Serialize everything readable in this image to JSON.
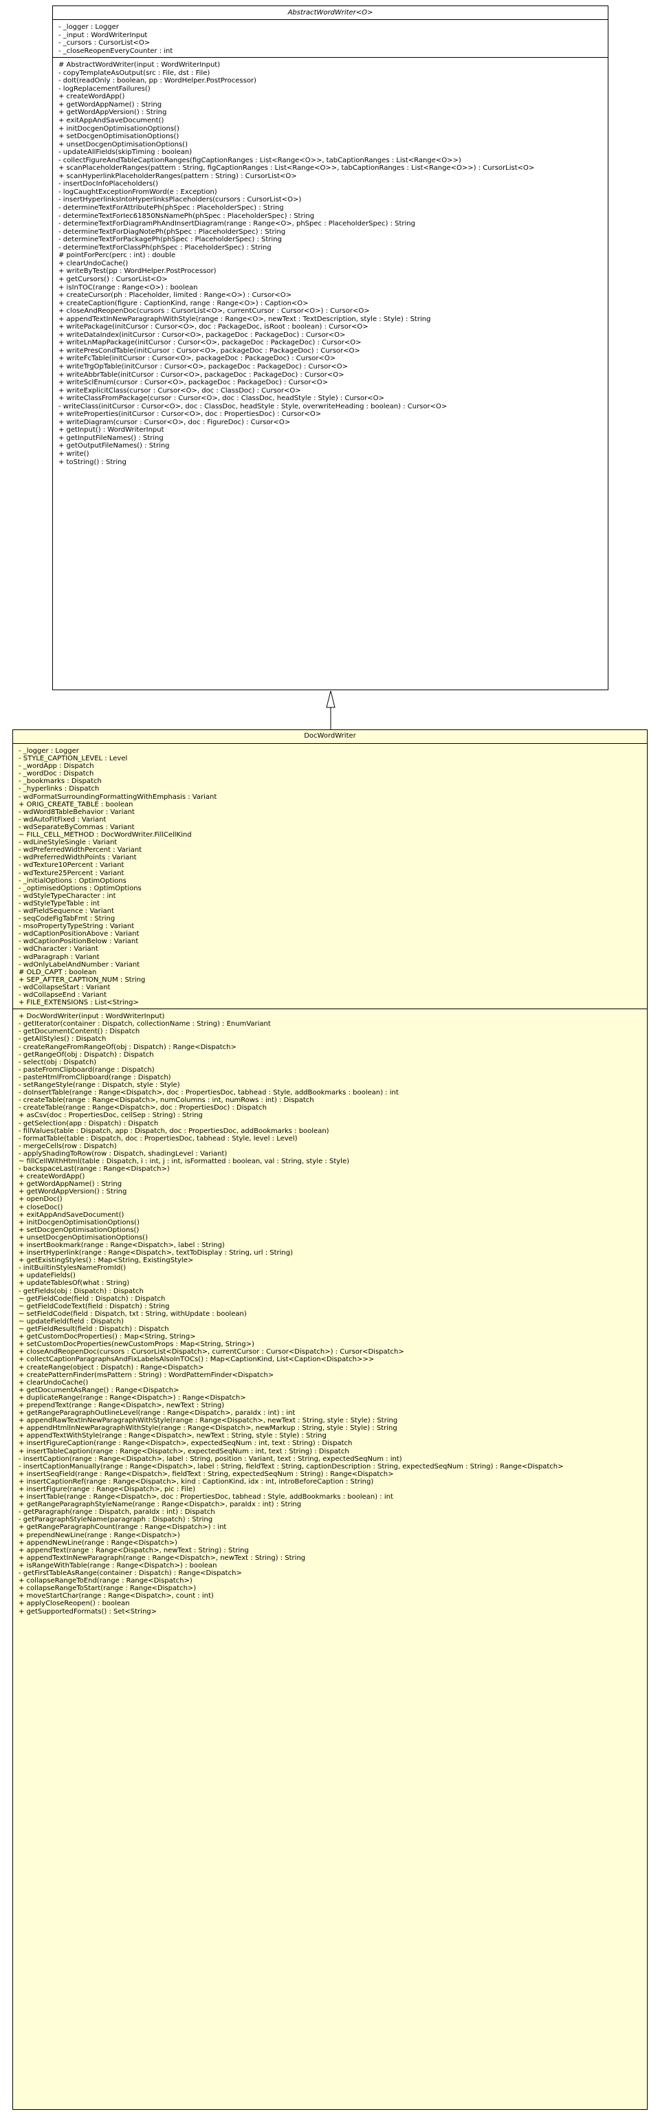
{
  "diagram": {
    "parent": {
      "name": "AbstractWordWriter<O>",
      "attributes": [
        "- _logger : Logger",
        "- _input : WordWriterInput",
        "- _cursors : CursorList<O>",
        "- _closeReopenEveryCounter : int"
      ],
      "operations": [
        "# AbstractWordWriter(input : WordWriterInput)",
        "- copyTemplateAsOutput(src : File, dst : File)",
        "- doIt(readOnly : boolean, pp : WordHelper.PostProcessor)",
        "- logReplacementFailures()",
        "+ createWordApp()",
        "+ getWordAppName() : String",
        "+ getWordAppVersion() : String",
        "+ exitAppAndSaveDocument()",
        "+ initDocgenOptimisationOptions()",
        "+ setDocgenOptimisationOptions()",
        "+ unsetDocgenOptimisationOptions()",
        "- updateAllFields(skipTiming : boolean)",
        "- collectFigureAndTableCaptionRanges(figCaptionRanges : List<Range<O>>, tabCaptionRanges : List<Range<O>>)",
        "+ scanPlaceholderRanges(pattern : String, figCaptionRanges : List<Range<O>>, tabCaptionRanges : List<Range<O>>) : CursorList<O>",
        "+ scanHyperlinkPlaceholderRanges(pattern : String) : CursorList<O>",
        "- insertDocInfoPlaceholders()",
        "- logCaughtExceptionFromWord(e : Exception)",
        "- insertHyperlinksIntoHyperlinksPlaceholders(cursors : CursorList<O>)",
        "- determineTextForAttributePh(phSpec : PlaceholderSpec) : String",
        "- determineTextForIec61850NsNamePh(phSpec : PlaceholderSpec) : String",
        "- determineTextForDiagramPhAndInsertDiagram(range : Range<O>, phSpec : PlaceholderSpec) : String",
        "- determineTextForDiagNotePh(phSpec : PlaceholderSpec) : String",
        "- determineTextForPackagePh(phSpec : PlaceholderSpec) : String",
        "- determineTextForClassPh(phSpec : PlaceholderSpec) : String",
        "# pointForPerc(perc : int) : double",
        "+ clearUndoCache()",
        "+ writeByTest(pp : WordHelper.PostProcessor)",
        "+ getCursors() : CursorList<O>",
        "+ isInTOC(range : Range<O>) : boolean",
        "+ createCursor(ph : Placeholder, limited : Range<O>) : Cursor<O>",
        "+ createCaption(figure : CaptionKind, range : Range<O>) : Caption<O>",
        "+ closeAndReopenDoc(cursors : CursorList<O>, currentCursor : Cursor<O>) : Cursor<O>",
        "+ appendTextInNewParagraphWithStyle(range : Range<O>, newText : TextDescription, style : Style) : String",
        "+ writePackage(initCursor : Cursor<O>, doc : PackageDoc, isRoot : boolean) : Cursor<O>",
        "+ writeDataIndex(initCursor : Cursor<O>, packageDoc : PackageDoc) : Cursor<O>",
        "+ writeLnMapPackage(initCursor : Cursor<O>, packageDoc : PackageDoc) : Cursor<O>",
        "+ writePresCondTable(initCursor : Cursor<O>, packageDoc : PackageDoc) : Cursor<O>",
        "+ writeFcTable(initCursor : Cursor<O>, packageDoc : PackageDoc) : Cursor<O>",
        "+ writeTrgOpTable(initCursor : Cursor<O>, packageDoc : PackageDoc) : Cursor<O>",
        "+ writeAbbrTable(initCursor : Cursor<O>, packageDoc : PackageDoc) : Cursor<O>",
        "+ writeSclEnum(cursor : Cursor<O>, packageDoc : PackageDoc) : Cursor<O>",
        "+ writeExplicitClass(cursor : Cursor<O>, doc : ClassDoc) : Cursor<O>",
        "+ writeClassFromPackage(cursor : Cursor<O>, doc : ClassDoc, headStyle : Style) : Cursor<O>",
        "- writeClass(initCursor : Cursor<O>, doc : ClassDoc, headStyle : Style, overwriteHeading : boolean) : Cursor<O>",
        "+ writeProperties(initCursor : Cursor<O>, doc : PropertiesDoc) : Cursor<O>",
        "+ writeDiagram(cursor : Cursor<O>, doc : FigureDoc) : Cursor<O>",
        "+ getInput() : WordWriterInput",
        "+ getInputFileNames() : String",
        "+ getOutputFileNames() : String",
        "+ write()",
        "+ toString() : String"
      ]
    },
    "child": {
      "name": "DocWordWriter",
      "attributes": [
        "- _logger : Logger",
        "- STYLE_CAPTION_LEVEL : Level",
        "- _wordApp : Dispatch",
        "- _wordDoc : Dispatch",
        "- _bookmarks : Dispatch",
        "- _hyperlinks : Dispatch",
        "- wdFormatSurroundingFormattingWithEmphasis : Variant",
        "+ ORIG_CREATE_TABLE : boolean",
        "- wdWord8TableBehavior : Variant",
        "- wdAutoFitFixed : Variant",
        "- wdSeparateByCommas : Variant",
        "~ FILL_CELL_METHOD : DocWordWriter.FillCellKind",
        "- wdLineStyleSingle : Variant",
        "- wdPreferredWidthPercent : Variant",
        "- wdPreferredWidthPoints : Variant",
        "- wdTexture10Percent : Variant",
        "- wdTexture25Percent : Variant",
        "- _initialOptions : OptimOptions",
        "- _optimisedOptions : OptimOptions",
        "- wdStyleTypeCharacter : int",
        "- wdStyleTypeTable : int",
        "- wdFieldSequence : Variant",
        "- seqCodeFigTabFmt : String",
        "- msoPropertyTypeString : Variant",
        "- wdCaptionPositionAbove : Variant",
        "- wdCaptionPositionBelow : Variant",
        "- wdCharacter : Variant",
        "- wdParagraph : Variant",
        "- wdOnlyLabelAndNumber : Variant",
        "# OLD_CAPT : boolean",
        "+ SEP_AFTER_CAPTION_NUM : String",
        "- wdCollapseStart : Variant",
        "- wdCollapseEnd : Variant",
        "+ FILE_EXTENSIONS : List<String>"
      ],
      "operations": [
        "+ DocWordWriter(input : WordWriterInput)",
        "- getIterator(container : Dispatch, collectionName : String) : EnumVariant",
        "- getDocumentContent() : Dispatch",
        "- getAllStyles() : Dispatch",
        "- createRangeFromRangeOf(obj : Dispatch) : Range<Dispatch>",
        "- getRangeOf(obj : Dispatch) : Dispatch",
        "- select(obj : Dispatch)",
        "- pasteFromClipboard(range : Dispatch)",
        "- pasteHtmlFromClipboard(range : Dispatch)",
        "- setRangeStyle(range : Dispatch, style : Style)",
        "- doInsertTable(range : Range<Dispatch>, doc : PropertiesDoc, tabhead : Style, addBookmarks : boolean) : int",
        "- createTable(range : Range<Dispatch>, numColumns : int, numRows : int) : Dispatch",
        "- createTable(range : Range<Dispatch>, doc : PropertiesDoc) : Dispatch",
        "+ asCsv(doc : PropertiesDoc, cellSep : String) : String",
        "- getSelection(app : Dispatch) : Dispatch",
        "- fillValues(table : Dispatch, app : Dispatch, doc : PropertiesDoc, addBookmarks : boolean)",
        "- formatTable(table : Dispatch, doc : PropertiesDoc, tabhead : Style, level : Level)",
        "- mergeCells(row : Dispatch)",
        "- applyShadingToRow(row : Dispatch, shadingLevel : Variant)",
        "~ fillCellWithHtml(table : Dispatch, i : int, j : int, isFormatted : boolean, val : String, style : Style)",
        "- backspaceLast(range : Range<Dispatch>)",
        "+ createWordApp()",
        "+ getWordAppName() : String",
        "+ getWordAppVersion() : String",
        "+ openDoc()",
        "+ closeDoc()",
        "+ exitAppAndSaveDocument()",
        "+ initDocgenOptimisationOptions()",
        "+ setDocgenOptimisationOptions()",
        "+ unsetDocgenOptimisationOptions()",
        "+ insertBookmark(range : Range<Dispatch>, label : String)",
        "+ insertHyperlink(range : Range<Dispatch>, textToDisplay : String, url : String)",
        "+ getExistingStyles() : Map<String, ExistingStyle>",
        "- initBuiltinStylesNameFromId()",
        "+ updateFields()",
        "+ updateTablesOf(what : String)",
        "- getFields(obj : Dispatch) : Dispatch",
        "~ getFieldCode(field : Dispatch) : Dispatch",
        "~ getFieldCodeText(field : Dispatch) : String",
        "~ setFieldCode(field : Dispatch, txt : String, withUpdate : boolean)",
        "~ updateField(field : Dispatch)",
        "~ getFieldResult(field : Dispatch) : Dispatch",
        "+ getCustomDocProperties() : Map<String, String>",
        "+ setCustomDocProperties(newCustomProps : Map<String, String>)",
        "+ closeAndReopenDoc(cursors : CursorList<Dispatch>, currentCursor : Cursor<Dispatch>) : Cursor<Dispatch>",
        "+ collectCaptionParagraphsAndFixLabelsAlsoInTOCs() : Map<CaptionKind, List<Caption<Dispatch>>>",
        "+ createRange(object : Dispatch) : Range<Dispatch>",
        "+ createPatternFinder(msPattern : String) : WordPatternFinder<Dispatch>",
        "+ clearUndoCache()",
        "+ getDocumentAsRange() : Range<Dispatch>",
        "+ duplicateRange(range : Range<Dispatch>) : Range<Dispatch>",
        "+ prependText(range : Range<Dispatch>, newText : String)",
        "+ getRangeParagraphOutlineLevel(range : Range<Dispatch>, paraIdx : int) : int",
        "+ appendRawTextInNewParagraphWithStyle(range : Range<Dispatch>, newText : String, style : Style) : String",
        "+ appendHtmlInNewParagraphWithStyle(range : Range<Dispatch>, newMarkup : String, style : Style) : String",
        "+ appendTextWithStyle(range : Range<Dispatch>, newText : String, style : Style) : String",
        "+ insertFigureCaption(range : Range<Dispatch>, expectedSeqNum : int, text : String) : Dispatch",
        "+ insertTableCaption(range : Range<Dispatch>, expectedSeqNum : int, text : String) : Dispatch",
        "- insertCaption(range : Range<Dispatch>, label : String, position : Variant, text : String, expectedSeqNum : int)",
        "- insertCaptionManually(range : Range<Dispatch>, label : String, fieldText : String, captionDescription : String, expectedSeqNum : String) : Range<Dispatch>",
        "+ insertSeqField(range : Range<Dispatch>, fieldText : String, expectedSeqNum : String) : Range<Dispatch>",
        "+ insertCaptionRef(range : Range<Dispatch>, kind : CaptionKind, idx : int, introBeforeCaption : String)",
        "+ insertFigure(range : Range<Dispatch>, pic : File)",
        "+ insertTable(range : Range<Dispatch>, doc : PropertiesDoc, tabhead : Style, addBookmarks : boolean) : int",
        "+ getRangeParagraphStyleName(range : Range<Dispatch>, paraIdx : int) : String",
        "- getParagraph(range : Dispatch, paraIdx : int) : Dispatch",
        "- getParagraphStyleName(paragraph : Dispatch) : String",
        "+ getRangeParagraphCount(range : Range<Dispatch>) : int",
        "+ prependNewLine(range : Range<Dispatch>)",
        "+ appendNewLine(range : Range<Dispatch>)",
        "+ appendText(range : Range<Dispatch>, newText : String) : String",
        "+ appendTextInNewParagraph(range : Range<Dispatch>, newText : String) : String",
        "+ isRangeWithTable(range : Range<Dispatch>) : boolean",
        "- getFirstTableAsRange(container : Dispatch) : Range<Dispatch>",
        "+ collapseRangeToEnd(range : Range<Dispatch>)",
        "+ collapseRangeToStart(range : Range<Dispatch>)",
        "+ moveStartChar(range : Range<Dispatch>, count : int)",
        "+ applyCloseReopen() : boolean",
        "+ getSupportedFormats() : Set<String>"
      ]
    },
    "relationship": "generalization"
  }
}
